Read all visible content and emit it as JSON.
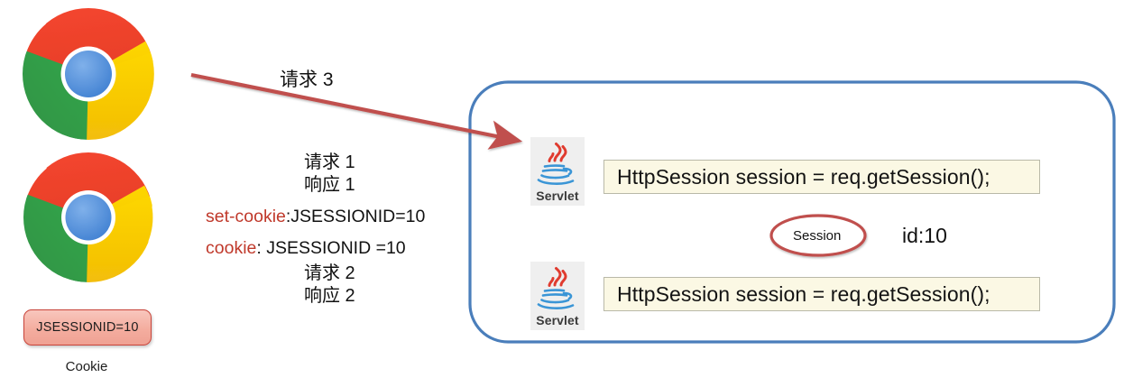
{
  "diagram": {
    "title": "HttpSession / Cookie request-response flow",
    "colors": {
      "request_arrow": "#c0504d",
      "response_arrow": "#4a7ebb",
      "container_border": "#4a7ebb",
      "session_ellipse": "#c0504d",
      "code_box_bg": "#fbf8e4",
      "code_box_border": "#b9b9a8",
      "cookie_chip_border": "#c9443a",
      "header_key": "#c0392b"
    }
  },
  "client": {
    "browsers": [
      {
        "name": "chrome-logo-top",
        "icon": "chrome-icon"
      },
      {
        "name": "chrome-logo-bottom",
        "icon": "chrome-icon"
      }
    ],
    "cookie": {
      "value": "JSESSIONID=10",
      "caption": "Cookie"
    }
  },
  "flows": {
    "diagonal": {
      "label": "请求 3",
      "direction": "to-server",
      "color": "#c0504d"
    },
    "pairs": [
      {
        "request_label": "请求 1",
        "response_label": "响应 1"
      },
      {
        "request_label": "请求 2",
        "response_label": "响应 2"
      }
    ]
  },
  "headers": [
    {
      "key": "set-cookie",
      "value": ":JSESSIONID=10"
    },
    {
      "key": "cookie",
      "value": ": JSESSIONID =10"
    }
  ],
  "server": {
    "servlets": [
      {
        "caption": "Servlet",
        "icon": "java-cup-icon"
      },
      {
        "caption": "Servlet",
        "icon": "java-cup-icon"
      }
    ],
    "code_lines": [
      "HttpSession session = req.getSession();",
      "HttpSession session = req.getSession();"
    ],
    "session": {
      "label": "Session",
      "id_text": "id:10"
    }
  }
}
